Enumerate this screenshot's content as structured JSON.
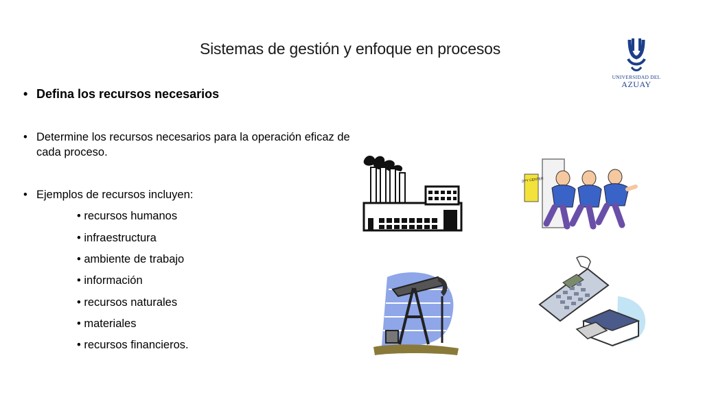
{
  "slide": {
    "title": "Sistemas de gestión y enfoque en procesos",
    "logo": {
      "line1": "UNIVERSIDAD DEL",
      "line2": "AZUAY"
    },
    "bullets": [
      {
        "marker": "•",
        "text": "Defina los recursos necesarios"
      },
      {
        "marker": "•",
        "text": "Determine los recursos necesarios para la operación eficaz de cada proceso."
      },
      {
        "marker": "•",
        "text": "Ejemplos de recursos incluyen:"
      }
    ],
    "sub_items": [
      "• recursos humanos",
      "• infraestructura",
      "• ambiente de trabajo",
      "• información",
      "• recursos naturales",
      "• materiales",
      "• recursos financieros."
    ],
    "clipart": {
      "copy_center_sign": "COPY CENTER"
    }
  },
  "colors": {
    "logo_blue": "#1d3f8a",
    "shirt_blue": "#3a63c8",
    "pants_purple": "#6a4fa8",
    "sky_blue": "#8fa6e8"
  }
}
